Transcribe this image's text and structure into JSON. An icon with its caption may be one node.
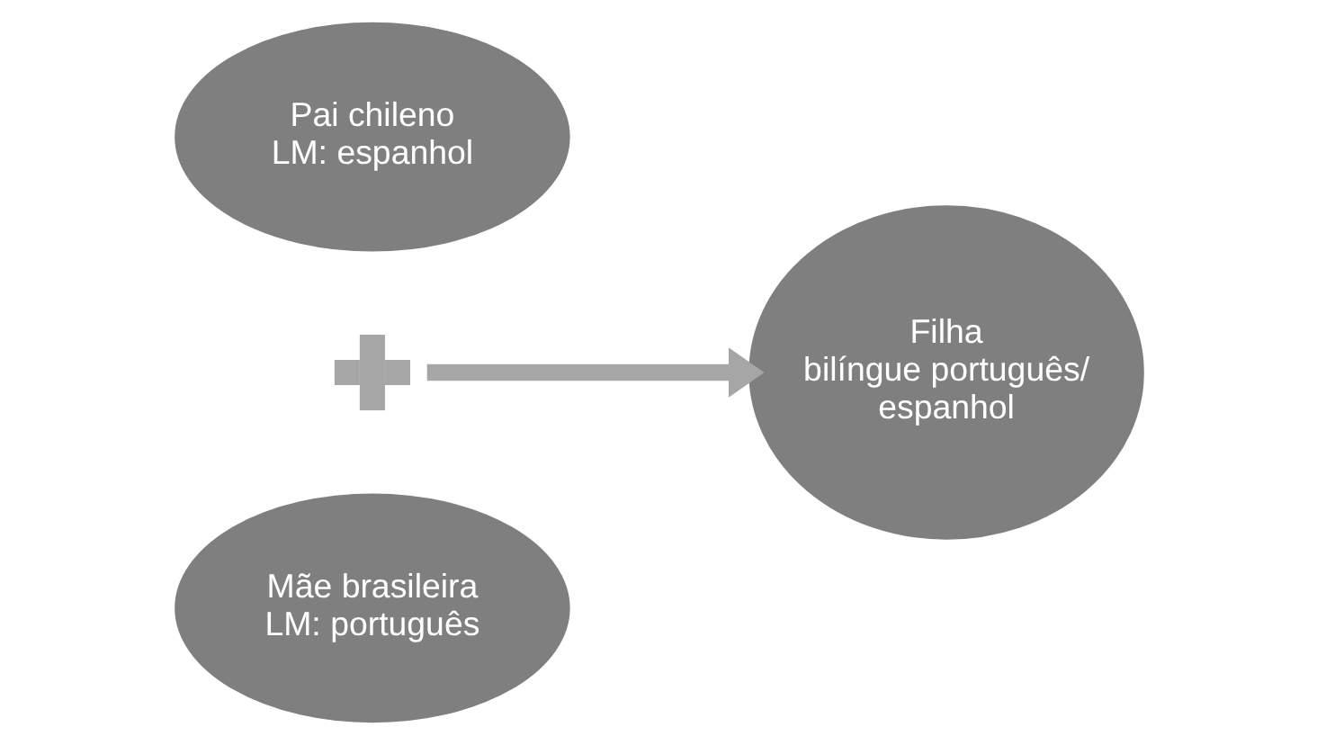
{
  "diagram": {
    "nodes": [
      {
        "text": [
          "Pai chileno",
          "LM: espanhol"
        ]
      },
      {
        "text": [],
        "shape": "plus"
      },
      {
        "text": [
          "Mãe brasileira",
          "LM: português"
        ]
      },
      {
        "text": [
          "Filha",
          "bilíngue português/ espanhol"
        ]
      }
    ],
    "edges": [
      {
        "from": 1,
        "to": 3,
        "arrow": "to"
      }
    ]
  }
}
